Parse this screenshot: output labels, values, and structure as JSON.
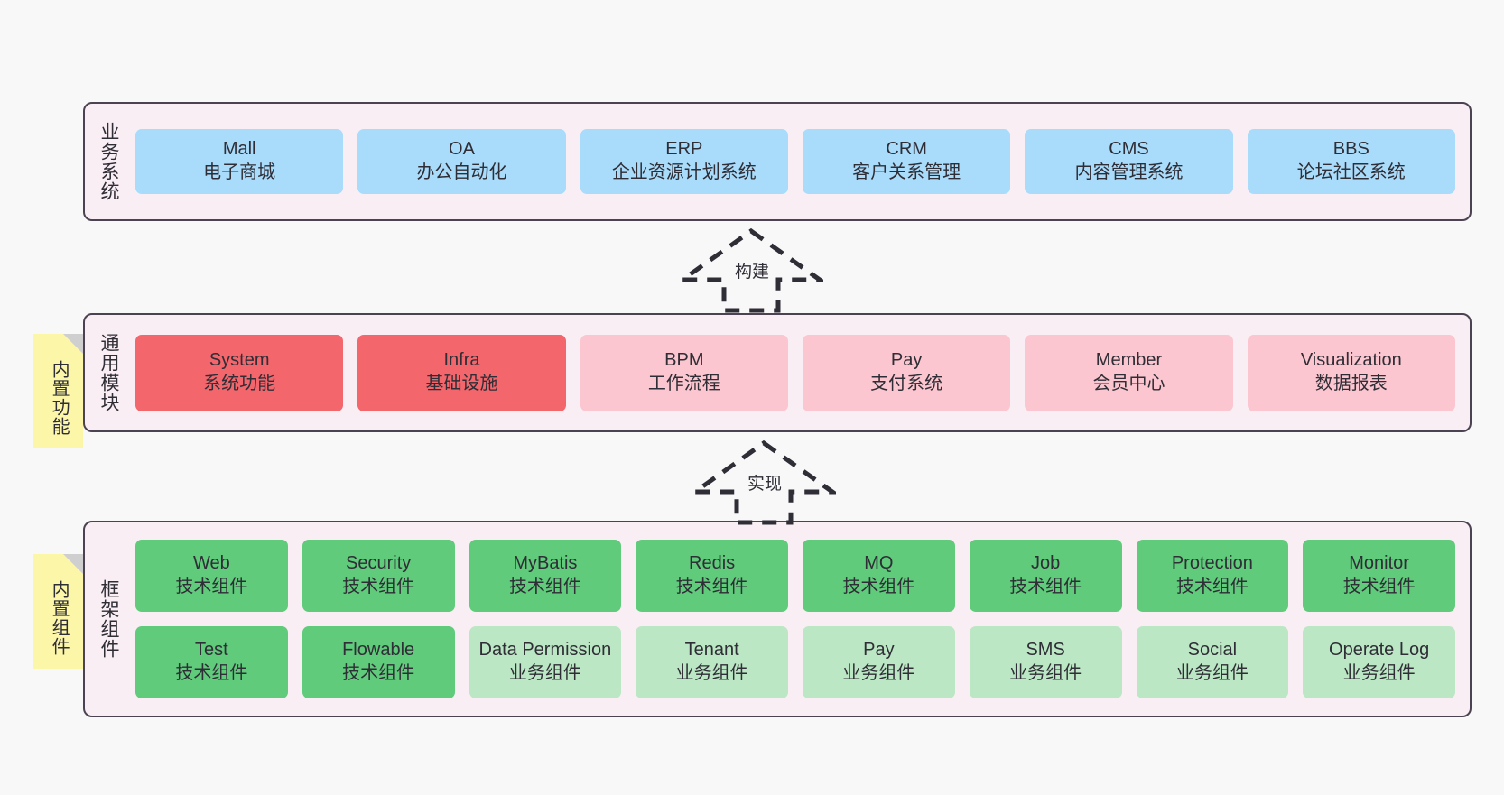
{
  "background": "#f8f8f8",
  "palette": {
    "panel_fill": "#faeef5",
    "panel_border": "#4b4351",
    "blue": "#a9dcfb",
    "red": "#f2666c",
    "pink": "#fbc6cf",
    "green": "#5fcb7b",
    "green_light": "#bbe7c4",
    "note_yellow": "#fbf6a8",
    "note_fold": "#cfcfcf"
  },
  "layers": [
    {
      "id": "business",
      "title": "业务系统",
      "rows": [
        [
          {
            "en": "Mall",
            "cn": "电子商城",
            "color": "blue"
          },
          {
            "en": "OA",
            "cn": "办公自动化",
            "color": "blue"
          },
          {
            "en": "ERP",
            "cn": "企业资源计划系统",
            "color": "blue"
          },
          {
            "en": "CRM",
            "cn": "客户关系管理",
            "color": "blue"
          },
          {
            "en": "CMS",
            "cn": "内容管理系统",
            "color": "blue"
          },
          {
            "en": "BBS",
            "cn": "论坛社区系统",
            "color": "blue"
          }
        ]
      ]
    },
    {
      "id": "common",
      "title": "通用模块",
      "rows": [
        [
          {
            "en": "System",
            "cn": "系统功能",
            "color": "red"
          },
          {
            "en": "Infra",
            "cn": "基础设施",
            "color": "red"
          },
          {
            "en": "BPM",
            "cn": "工作流程",
            "color": "pink"
          },
          {
            "en": "Pay",
            "cn": "支付系统",
            "color": "pink"
          },
          {
            "en": "Member",
            "cn": "会员中心",
            "color": "pink"
          },
          {
            "en": "Visualization",
            "cn": "数据报表",
            "color": "pink"
          }
        ]
      ]
    },
    {
      "id": "frame",
      "title": "框架组件",
      "rows": [
        [
          {
            "en": "Web",
            "cn": "技术组件",
            "color": "green"
          },
          {
            "en": "Security",
            "cn": "技术组件",
            "color": "green"
          },
          {
            "en": "MyBatis",
            "cn": "技术组件",
            "color": "green"
          },
          {
            "en": "Redis",
            "cn": "技术组件",
            "color": "green"
          },
          {
            "en": "MQ",
            "cn": "技术组件",
            "color": "green"
          },
          {
            "en": "Job",
            "cn": "技术组件",
            "color": "green"
          },
          {
            "en": "Protection",
            "cn": "技术组件",
            "color": "green"
          },
          {
            "en": "Monitor",
            "cn": "技术组件",
            "color": "green"
          }
        ],
        [
          {
            "en": "Test",
            "cn": "技术组件",
            "color": "green"
          },
          {
            "en": "Flowable",
            "cn": "技术组件",
            "color": "green"
          },
          {
            "en": "Data Permission",
            "cn": "业务组件",
            "color": "green_light"
          },
          {
            "en": "Tenant",
            "cn": "业务组件",
            "color": "green_light"
          },
          {
            "en": "Pay",
            "cn": "业务组件",
            "color": "green_light"
          },
          {
            "en": "SMS",
            "cn": "业务组件",
            "color": "green_light"
          },
          {
            "en": "Social",
            "cn": "业务组件",
            "color": "green_light"
          },
          {
            "en": "Operate Log",
            "cn": "业务组件",
            "color": "green_light"
          }
        ]
      ]
    }
  ],
  "notes": [
    {
      "id": "builtin-func",
      "text": "内置功能"
    },
    {
      "id": "builtin-comp",
      "text": "内置组件"
    }
  ],
  "arrows": [
    {
      "id": "build",
      "label": "构建"
    },
    {
      "id": "impl",
      "label": "实现"
    }
  ]
}
